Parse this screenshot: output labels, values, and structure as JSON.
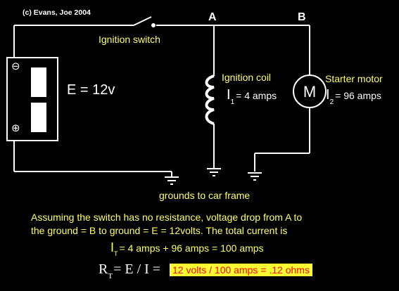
{
  "copyright": "(c) Evans, Joe 2004",
  "nodes": {
    "a": "A",
    "b": "B"
  },
  "labels": {
    "switch": "Ignition switch",
    "coil": "Ignition coil",
    "motor": "Starter motor",
    "grounds": "grounds to car frame"
  },
  "battery": {
    "emf": "E = 12v",
    "neg_sign": "⊖",
    "pos_sign": "⊕"
  },
  "motor_symbol": "M",
  "currents": {
    "i1": {
      "symbol": "I",
      "sub": "1",
      "value": "= 4 amps"
    },
    "i2": {
      "symbol": "I",
      "sub": "2",
      "value": "= 96 amps"
    }
  },
  "explanation": {
    "line1": "Assuming the switch has no resistance, voltage drop from A to",
    "line2": "the ground = B to ground = E = 12volts.  The total current is",
    "total": {
      "symbol": "I",
      "sub": "T",
      "value": "= 4 amps + 96 amps = 100 amps"
    }
  },
  "resistance": {
    "symbol": "R",
    "sub": "T",
    "formula": "= E / I = ",
    "answer": "12 volts / 100 amps = .12 ohms"
  },
  "colors": {
    "background": "#000000",
    "wire": "#ffffff",
    "label": "#ffff66",
    "answer_text": "#ff0000",
    "answer_bg": "#ffff33"
  }
}
